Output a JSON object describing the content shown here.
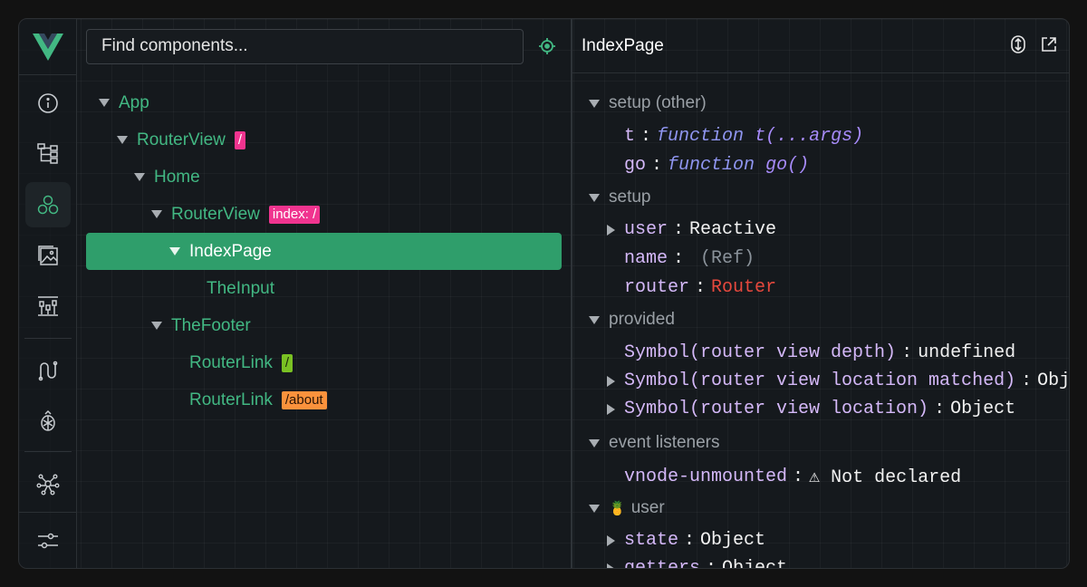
{
  "search": {
    "placeholder": "Find components..."
  },
  "tree": [
    {
      "label": "App",
      "badge": ""
    },
    {
      "label": "RouterView",
      "badge": "/"
    },
    {
      "label": "Home",
      "badge": ""
    },
    {
      "label": "RouterView",
      "badge": "index: /"
    },
    {
      "label": "IndexPage",
      "badge": ""
    },
    {
      "label": "TheInput",
      "badge": ""
    },
    {
      "label": "TheFooter",
      "badge": ""
    },
    {
      "label": "RouterLink",
      "badge": "/"
    },
    {
      "label": "RouterLink",
      "badge": "/about"
    }
  ],
  "detail": {
    "title": "IndexPage",
    "sections": {
      "setup_other": "setup (other)",
      "setup": "setup",
      "provided": "provided",
      "event_listeners": "event listeners",
      "user": "user"
    },
    "setup_other": [
      {
        "key": "t",
        "kw": "function",
        "val": "t(...args)"
      },
      {
        "key": "go",
        "kw": "function",
        "val": "go()"
      }
    ],
    "setup": [
      {
        "key": "user",
        "val": "Reactive"
      },
      {
        "key": "name",
        "val": "(Ref)"
      },
      {
        "key": "router",
        "val": "Router"
      }
    ],
    "provided": [
      {
        "key": "Symbol(router view depth)",
        "val": "undefined"
      },
      {
        "key": "Symbol(router view location matched)",
        "val": "Obje"
      },
      {
        "key": "Symbol(router view location)",
        "val": "Object"
      }
    ],
    "event_listeners": [
      {
        "key": "vnode-unmounted",
        "val": "⚠ Not declared"
      }
    ],
    "user": [
      {
        "key": "state",
        "val": "Object"
      },
      {
        "key": "getters",
        "val": "Object"
      }
    ],
    "user_icon": "🍍"
  },
  "colors": {
    "accent": "#42b883",
    "selected": "#2f9e6b",
    "badge_pink": "#f0348f",
    "badge_green": "#7ac123",
    "badge_orange": "#fb923c"
  }
}
